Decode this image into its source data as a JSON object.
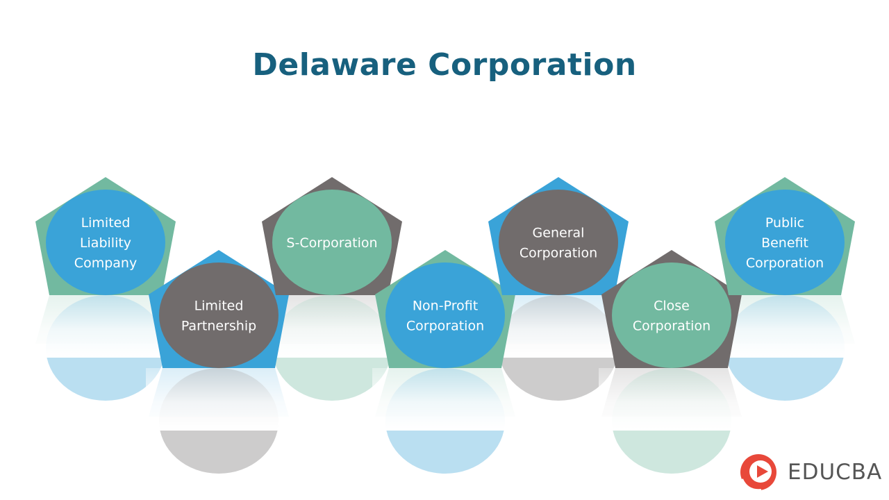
{
  "title": "Delaware Corporation",
  "colors": {
    "blue": "#3aa3d8",
    "green": "#72b9a0",
    "gray": "#716c6c",
    "title": "#17607e",
    "logo_red": "#e8483a"
  },
  "nodes": [
    {
      "id": "llc",
      "lines": [
        "Limited",
        "Liability",
        "Company"
      ],
      "pentagon_color": "green",
      "circle_color": "blue",
      "row": "upper"
    },
    {
      "id": "lp",
      "lines": [
        "Limited",
        "Partnership"
      ],
      "pentagon_color": "blue",
      "circle_color": "gray",
      "row": "lower"
    },
    {
      "id": "scorp",
      "lines": [
        "S-Corporation"
      ],
      "pentagon_color": "gray",
      "circle_color": "green",
      "row": "upper"
    },
    {
      "id": "nonprofit",
      "lines": [
        "Non-Profit",
        "Corporation"
      ],
      "pentagon_color": "green",
      "circle_color": "blue",
      "row": "lower"
    },
    {
      "id": "general",
      "lines": [
        "General",
        "Corporation"
      ],
      "pentagon_color": "blue",
      "circle_color": "gray",
      "row": "upper"
    },
    {
      "id": "close",
      "lines": [
        "Close",
        "Corporation"
      ],
      "pentagon_color": "gray",
      "circle_color": "green",
      "row": "lower"
    },
    {
      "id": "pbc",
      "lines": [
        "Public",
        "Benefit",
        "Corporation"
      ],
      "pentagon_color": "green",
      "circle_color": "blue",
      "row": "upper"
    }
  ],
  "brand": {
    "name": "EDUCBA",
    "icon": "educba-play-logo-icon"
  }
}
